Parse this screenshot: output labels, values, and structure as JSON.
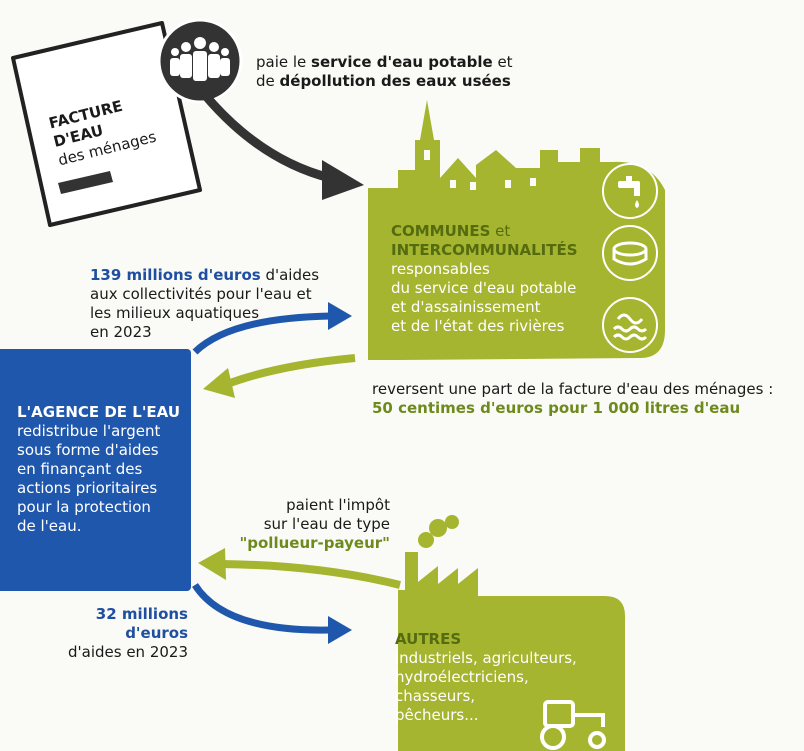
{
  "invoice": {
    "line1": "FACTURE",
    "line2": "D'EAU",
    "line3": "des ménages"
  },
  "households": {
    "prefix": "paie le ",
    "bold1": "service d'eau potable",
    "mid": " et",
    "line2_prefix": "de ",
    "bold2": "dépollution des eaux usées"
  },
  "communes": {
    "title1": "COMMUNES",
    "title1_suffix": " et",
    "title2": "INTERCOMMUNALITÉS",
    "lines": [
      "responsables",
      "du service d'eau potable",
      "et d'assainissement",
      "et de l'état des rivières"
    ]
  },
  "aid_collectivities": {
    "amount": "139 millions d'euros",
    "rest1": " d'aides",
    "line2": "aux collectivités pour l'eau et",
    "line3": "les milieux aquatiques",
    "line4": "en 2023"
  },
  "reversal": {
    "line1": "reversent une part de la facture d'eau des ménages :",
    "line2": "50 centimes d'euros pour 1 000 litres d'eau"
  },
  "agency": {
    "title": "L'AGENCE DE L'EAU",
    "lines": [
      "redistribue l'argent",
      "sous forme d'aides",
      "en finançant des",
      "actions prioritaires",
      "pour la protection",
      "de l'eau."
    ]
  },
  "tax": {
    "line1": "paient l'impôt",
    "line2": "sur l'eau de type",
    "line3": "\"pollueur-payeur\""
  },
  "aid_others": {
    "amount": "32 millions d'euros",
    "line2": "d'aides en 2023"
  },
  "others": {
    "title": "AUTRES",
    "lines": [
      "industriels, agriculteurs,",
      "hydroélectriciens,",
      "chasseurs,",
      "pêcheurs..."
    ]
  },
  "colors": {
    "navy": "#1f57ac",
    "olive": "#a5b52f",
    "dark": "#333333"
  }
}
